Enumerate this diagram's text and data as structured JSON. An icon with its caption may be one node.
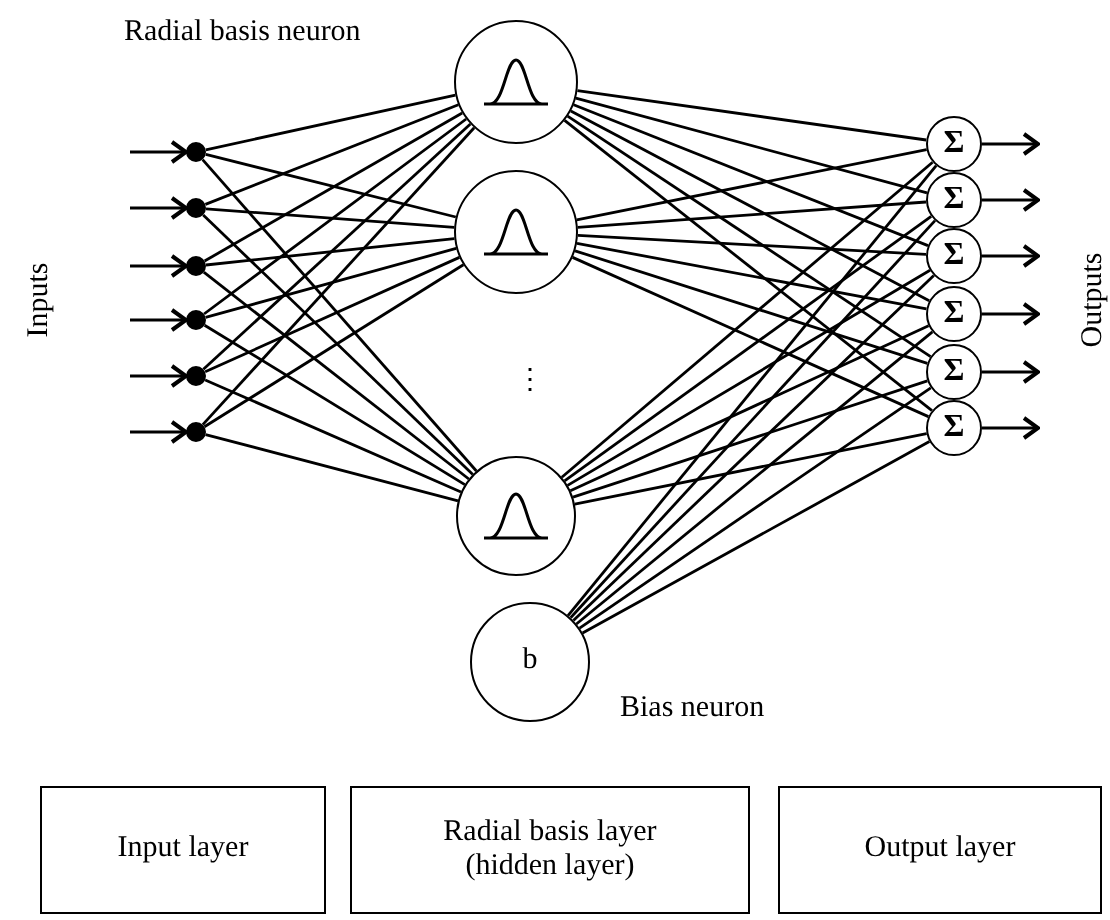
{
  "diagram": {
    "nodes": [
      {
        "text": [],
        "shape": "circle"
      },
      {
        "text": [],
        "shape": "circle"
      },
      {
        "text": [],
        "shape": "circle"
      },
      {
        "text": [],
        "shape": "circle"
      },
      {
        "text": [],
        "shape": "circle"
      },
      {
        "text": [],
        "shape": "circle"
      },
      {
        "text": [],
        "shape": "circle",
        "beside": [
          "Radial basis neuron"
        ]
      },
      {
        "text": [],
        "shape": "circle"
      },
      {
        "text": [],
        "shape": "circle"
      },
      {
        "text": [
          "b"
        ],
        "beside": [
          "Bias neuron"
        ]
      },
      {
        "text": [
          "Σ"
        ]
      },
      {
        "text": [
          "Σ"
        ]
      },
      {
        "text": [
          "Σ"
        ]
      },
      {
        "text": [
          "Σ"
        ]
      },
      {
        "text": [
          "Σ"
        ]
      },
      {
        "text": [
          "Σ"
        ]
      },
      {
        "text": [
          "Input layer"
        ]
      },
      {
        "text": [
          "Radial basis layer (hidden layer)"
        ]
      },
      {
        "text": [
          "Output layer"
        ]
      }
    ],
    "edges": [
      {
        "from": null,
        "to": 0,
        "arrow": "to"
      },
      {
        "from": null,
        "to": 1,
        "arrow": "to"
      },
      {
        "from": null,
        "to": 2,
        "arrow": "to"
      },
      {
        "from": null,
        "to": 3,
        "arrow": "to"
      },
      {
        "from": null,
        "to": 4,
        "arrow": "to"
      },
      {
        "from": null,
        "to": 5,
        "arrow": "to"
      },
      {
        "from": 0,
        "to": 6,
        "arrow": "none"
      },
      {
        "from": 0,
        "to": 7,
        "arrow": "none"
      },
      {
        "from": 0,
        "to": 8,
        "arrow": "none"
      },
      {
        "from": 1,
        "to": 6,
        "arrow": "none"
      },
      {
        "from": 1,
        "to": 7,
        "arrow": "none"
      },
      {
        "from": 1,
        "to": 8,
        "arrow": "none"
      },
      {
        "from": 2,
        "to": 6,
        "arrow": "none"
      },
      {
        "from": 2,
        "to": 7,
        "arrow": "none"
      },
      {
        "from": 2,
        "to": 8,
        "arrow": "none"
      },
      {
        "from": 3,
        "to": 6,
        "arrow": "none"
      },
      {
        "from": 3,
        "to": 7,
        "arrow": "none"
      },
      {
        "from": 3,
        "to": 8,
        "arrow": "none"
      },
      {
        "from": 4,
        "to": 6,
        "arrow": "none"
      },
      {
        "from": 4,
        "to": 7,
        "arrow": "none"
      },
      {
        "from": 4,
        "to": 8,
        "arrow": "none"
      },
      {
        "from": 5,
        "to": 6,
        "arrow": "none"
      },
      {
        "from": 5,
        "to": 7,
        "arrow": "none"
      },
      {
        "from": 5,
        "to": 8,
        "arrow": "none"
      },
      {
        "from": 6,
        "to": 10,
        "arrow": "none"
      },
      {
        "from": 6,
        "to": 11,
        "arrow": "none"
      },
      {
        "from": 6,
        "to": 12,
        "arrow": "none"
      },
      {
        "from": 6,
        "to": 13,
        "arrow": "none"
      },
      {
        "from": 6,
        "to": 14,
        "arrow": "none"
      },
      {
        "from": 6,
        "to": 15,
        "arrow": "none"
      },
      {
        "from": 7,
        "to": 10,
        "arrow": "none"
      },
      {
        "from": 7,
        "to": 11,
        "arrow": "none"
      },
      {
        "from": 7,
        "to": 12,
        "arrow": "none"
      },
      {
        "from": 7,
        "to": 13,
        "arrow": "none"
      },
      {
        "from": 7,
        "to": 14,
        "arrow": "none"
      },
      {
        "from": 7,
        "to": 15,
        "arrow": "none"
      },
      {
        "from": 8,
        "to": 10,
        "arrow": "none"
      },
      {
        "from": 8,
        "to": 11,
        "arrow": "none"
      },
      {
        "from": 8,
        "to": 12,
        "arrow": "none"
      },
      {
        "from": 8,
        "to": 13,
        "arrow": "none"
      },
      {
        "from": 8,
        "to": 14,
        "arrow": "none"
      },
      {
        "from": 8,
        "to": 15,
        "arrow": "none"
      },
      {
        "from": 9,
        "to": 10,
        "arrow": "none"
      },
      {
        "from": 9,
        "to": 11,
        "arrow": "none"
      },
      {
        "from": 9,
        "to": 12,
        "arrow": "none"
      },
      {
        "from": 9,
        "to": 13,
        "arrow": "none"
      },
      {
        "from": 9,
        "to": 14,
        "arrow": "none"
      },
      {
        "from": 9,
        "to": 15,
        "arrow": "none"
      },
      {
        "from": 10,
        "to": null,
        "arrow": "to"
      },
      {
        "from": 11,
        "to": null,
        "arrow": "to"
      },
      {
        "from": 12,
        "to": null,
        "arrow": "to"
      },
      {
        "from": 13,
        "to": null,
        "arrow": "to"
      },
      {
        "from": 14,
        "to": null,
        "arrow": "to"
      },
      {
        "from": 15,
        "to": null,
        "arrow": "to"
      }
    ],
    "labels": [
      "Inputs",
      "⋮",
      "Outputs"
    ]
  }
}
